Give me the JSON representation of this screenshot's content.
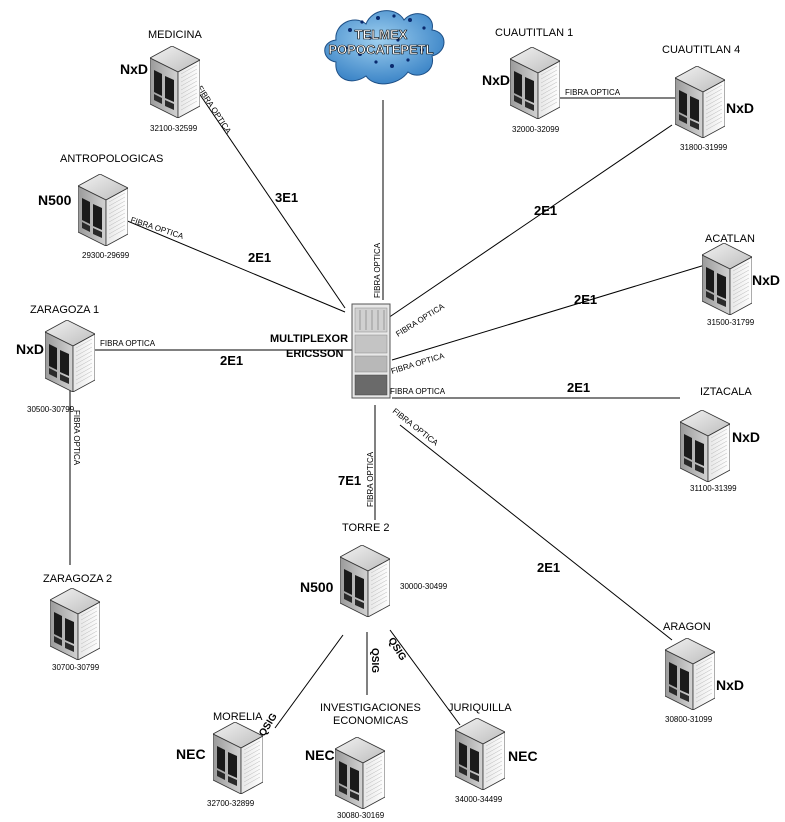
{
  "cloud": {
    "line1": "TELMEX",
    "line2": "POPOCATEPETL"
  },
  "multiplexor": {
    "line1": "MULTIPLEXOR",
    "line2": "ERICSSON"
  },
  "medium": "FIBRA OPTICA",
  "protocol": "QSIG",
  "nodes": {
    "medicina": {
      "name": "MEDICINA",
      "type": "NxD",
      "range": "32100-32599"
    },
    "antropologicas": {
      "name": "ANTROPOLOGICAS",
      "type": "N500",
      "range": "29300-29699"
    },
    "zaragoza1": {
      "name": "ZARAGOZA 1",
      "type": "NxD",
      "range": "30500-30799"
    },
    "zaragoza2": {
      "name": "ZARAGOZA 2",
      "range": "30700-30799"
    },
    "cuautitlan1": {
      "name": "CUAUTITLAN 1",
      "type": "NxD",
      "range": "32000-32099"
    },
    "cuautitlan4": {
      "name": "CUAUTITLAN 4",
      "type": "NxD",
      "range": "31800-31999"
    },
    "acatlan": {
      "name": "ACATLAN",
      "type": "NxD",
      "range": "31500-31799"
    },
    "iztacala": {
      "name": "IZTACALA",
      "type": "NxD",
      "range": "31100-31399"
    },
    "aragon": {
      "name": "ARAGON",
      "type": "NxD",
      "range": "30800-31099"
    },
    "torre2": {
      "name": "TORRE 2",
      "type": "N500",
      "range": "30000-30499"
    },
    "morelia": {
      "name": "MORELIA",
      "type": "NEC",
      "range": "32700-32899"
    },
    "investigaciones": {
      "name1": "INVESTIGACIONES",
      "name2": "ECONOMICAS",
      "type": "NEC",
      "range": "30080-30169"
    },
    "juriquilla": {
      "name": "JURIQUILLA",
      "type": "NEC",
      "range": "34000-34499"
    }
  },
  "links": {
    "medicina": "3E1",
    "antropologicas": "2E1",
    "zaragoza1": "2E1",
    "cuautitlan4": "2E1",
    "acatlan": "2E1",
    "iztacala": "2E1",
    "aragon": "2E1",
    "torre2": "7E1"
  }
}
